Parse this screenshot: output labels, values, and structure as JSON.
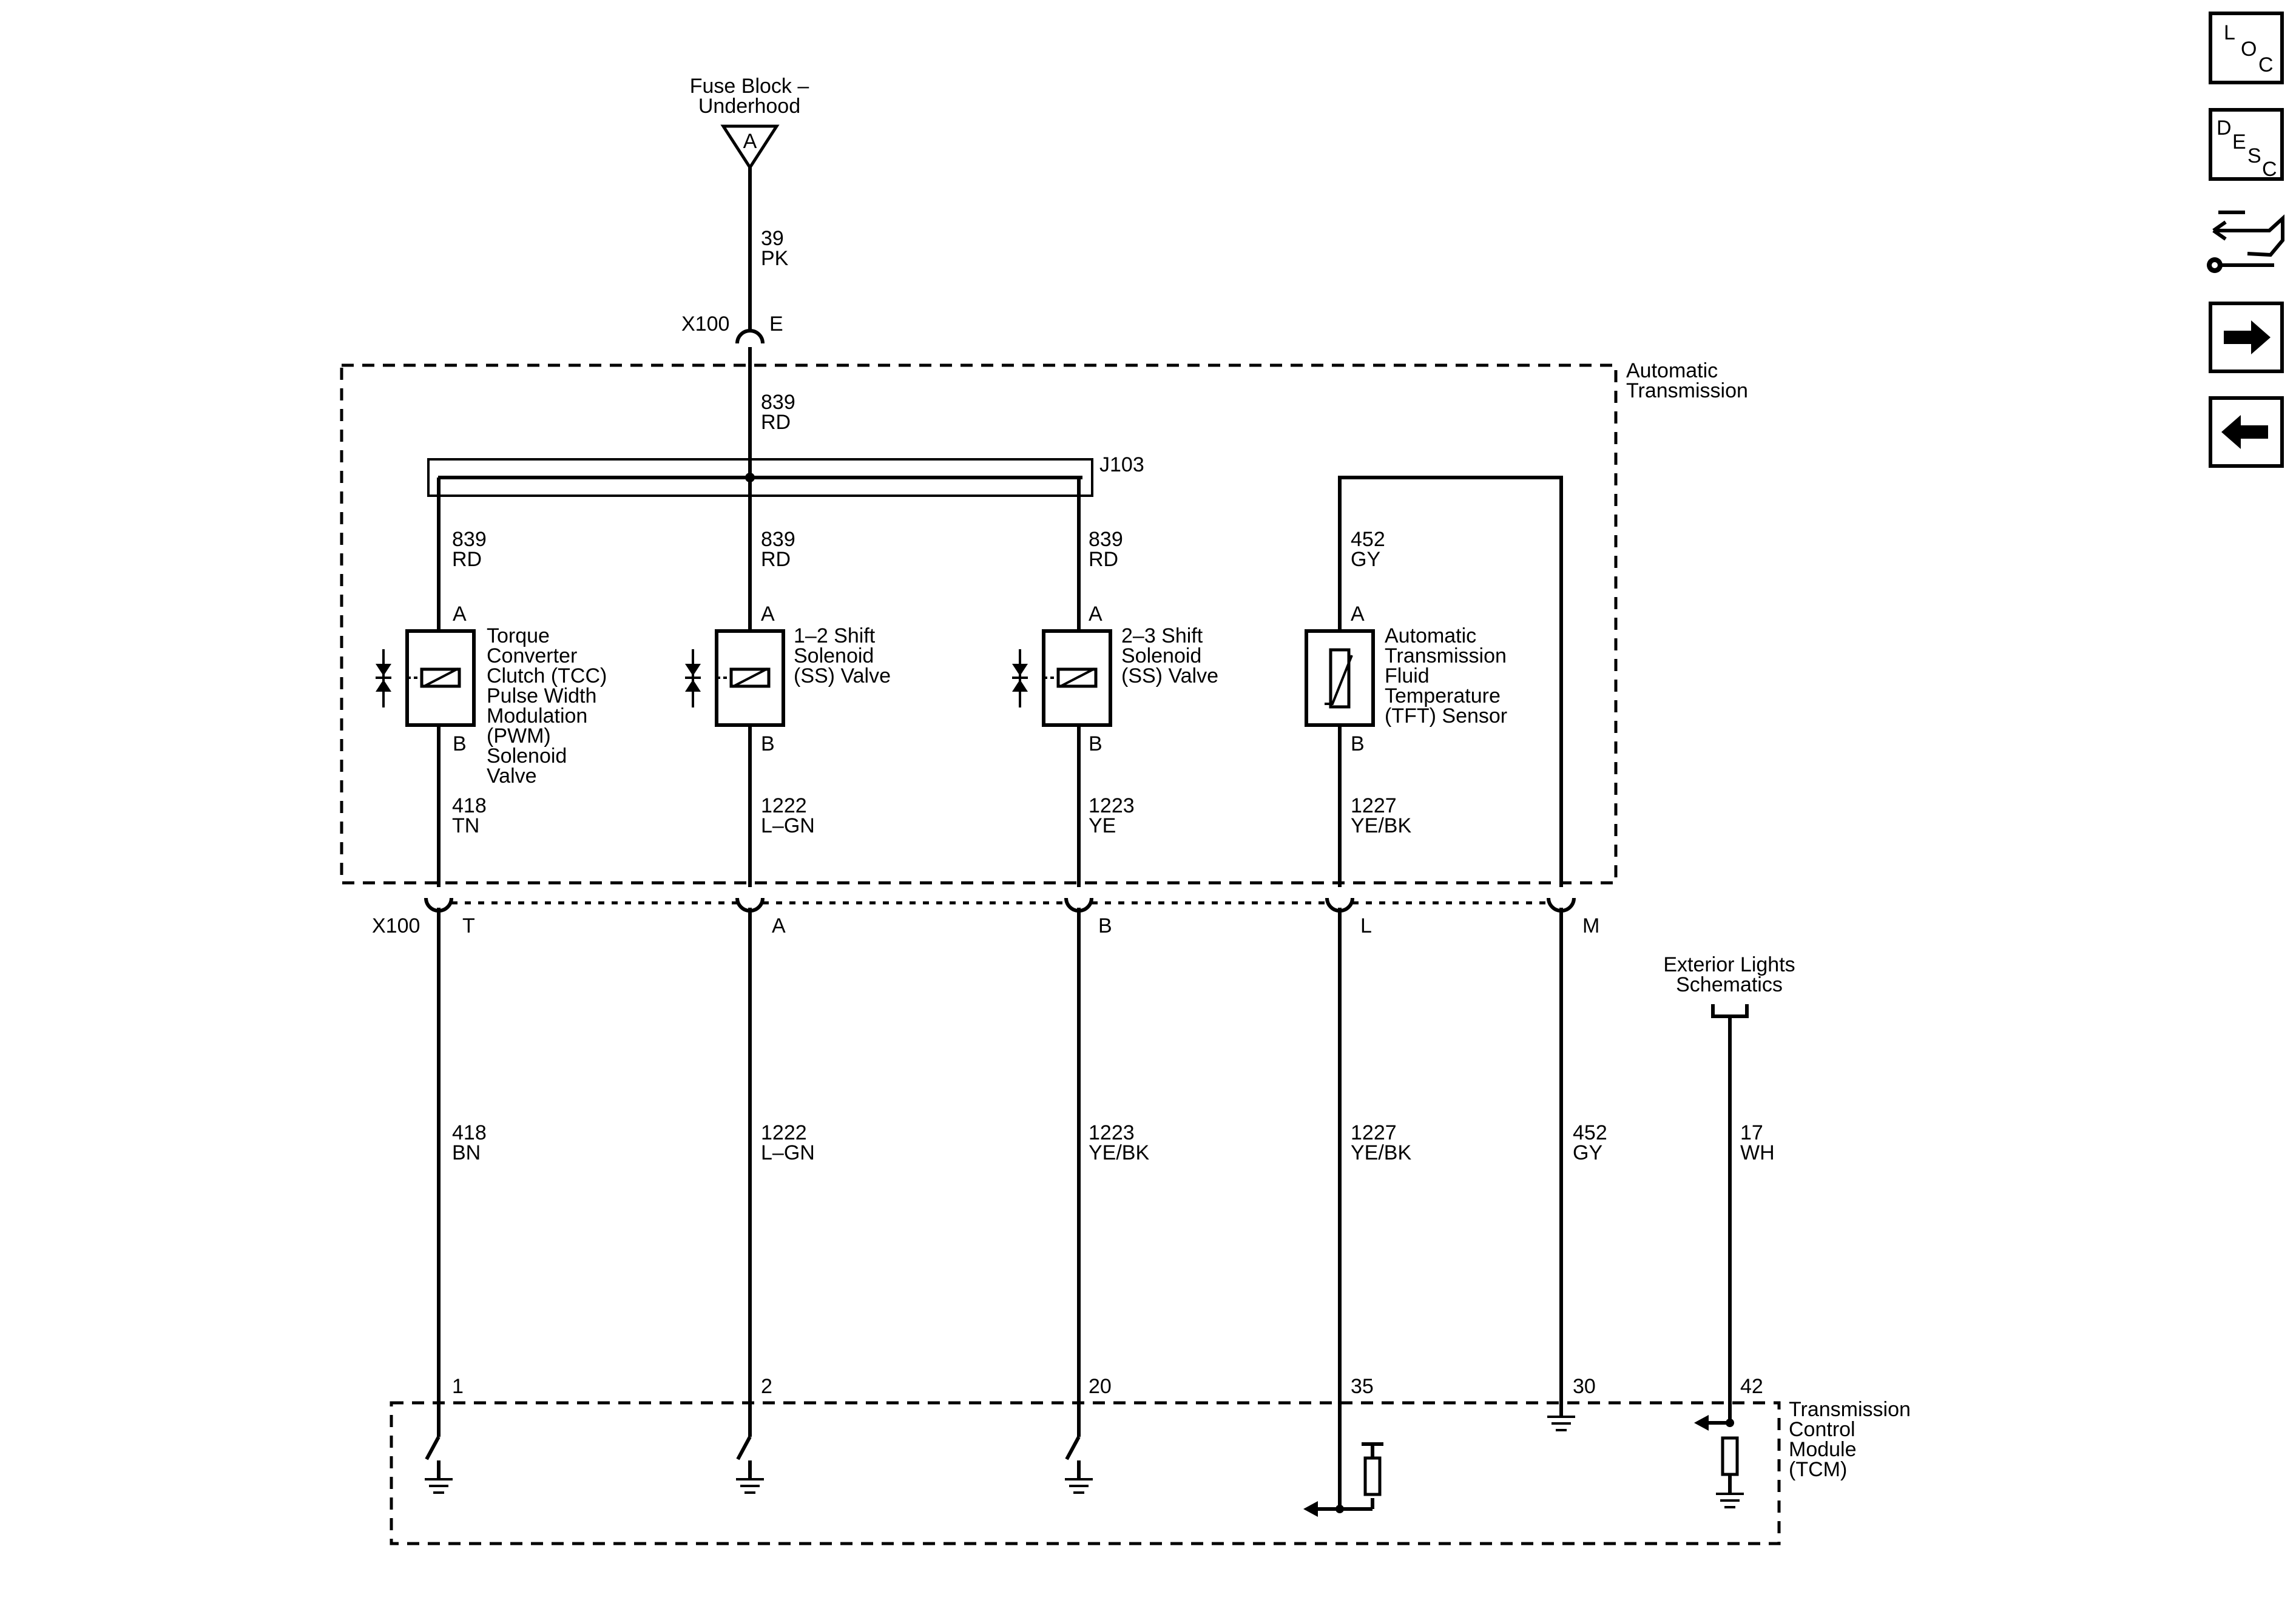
{
  "nav": {
    "loc": [
      "L",
      "O",
      "C"
    ],
    "desc": [
      "D",
      "E",
      "S",
      "C"
    ],
    "icons": [
      "loc-button",
      "desc-button",
      "connector-pinout-icon",
      "next-page-arrow-icon",
      "previous-page-arrow-icon"
    ]
  },
  "fuse": {
    "lines": [
      "Fuse Block –",
      "Underhood"
    ],
    "pin": "A"
  },
  "feed": {
    "circuit": "39",
    "color": "PK"
  },
  "x100_top": {
    "name": "X100",
    "pin": "E"
  },
  "trans": {
    "lines": [
      "Automatic",
      "Transmission"
    ],
    "bus_circuit": "839",
    "bus_color": "RD"
  },
  "splice": "J103",
  "branches": [
    {
      "circuit": "839",
      "color": "RD"
    },
    {
      "circuit": "839",
      "color": "RD"
    },
    {
      "circuit": "839",
      "color": "RD"
    },
    {
      "circuit": "452",
      "color": "GY"
    }
  ],
  "components": [
    {
      "pin_a": "A",
      "pin_b": "B",
      "lines": [
        "Torque",
        "Converter",
        "Clutch (TCC)",
        "Pulse Width",
        "Modulation",
        "(PWM)",
        "Solenoid",
        "Valve"
      ]
    },
    {
      "pin_a": "A",
      "pin_b": "B",
      "lines": [
        "1–2 Shift",
        "Solenoid",
        "(SS) Valve"
      ]
    },
    {
      "pin_a": "A",
      "pin_b": "B",
      "lines": [
        "2–3 Shift",
        "Solenoid",
        "(SS) Valve"
      ]
    },
    {
      "pin_a": "A",
      "pin_b": "B",
      "lines": [
        "Automatic",
        "Transmission",
        "Fluid",
        "Temperature",
        "(TFT) Sensor"
      ]
    }
  ],
  "internal_wires": [
    {
      "circuit": "418",
      "color": "TN"
    },
    {
      "circuit": "1222",
      "color": "L–GN"
    },
    {
      "circuit": "1223",
      "color": "YE"
    },
    {
      "circuit": "1227",
      "color": "YE/BK"
    }
  ],
  "x100_bottom": {
    "name": "X100",
    "pins": [
      "T",
      "A",
      "B",
      "L",
      "M"
    ]
  },
  "harness_wires": [
    {
      "circuit": "418",
      "color": "BN"
    },
    {
      "circuit": "1222",
      "color": "L–GN"
    },
    {
      "circuit": "1223",
      "color": "YE/BK"
    },
    {
      "circuit": "1227",
      "color": "YE/BK"
    },
    {
      "circuit": "452",
      "color": "GY"
    },
    {
      "circuit": "17",
      "color": "WH"
    }
  ],
  "exterior": {
    "lines": [
      "Exterior Lights",
      "Schematics"
    ]
  },
  "tcm": {
    "lines": [
      "Transmission",
      "Control",
      "Module",
      "(TCM)"
    ],
    "pins": [
      "1",
      "2",
      "20",
      "35",
      "30",
      "42"
    ]
  }
}
